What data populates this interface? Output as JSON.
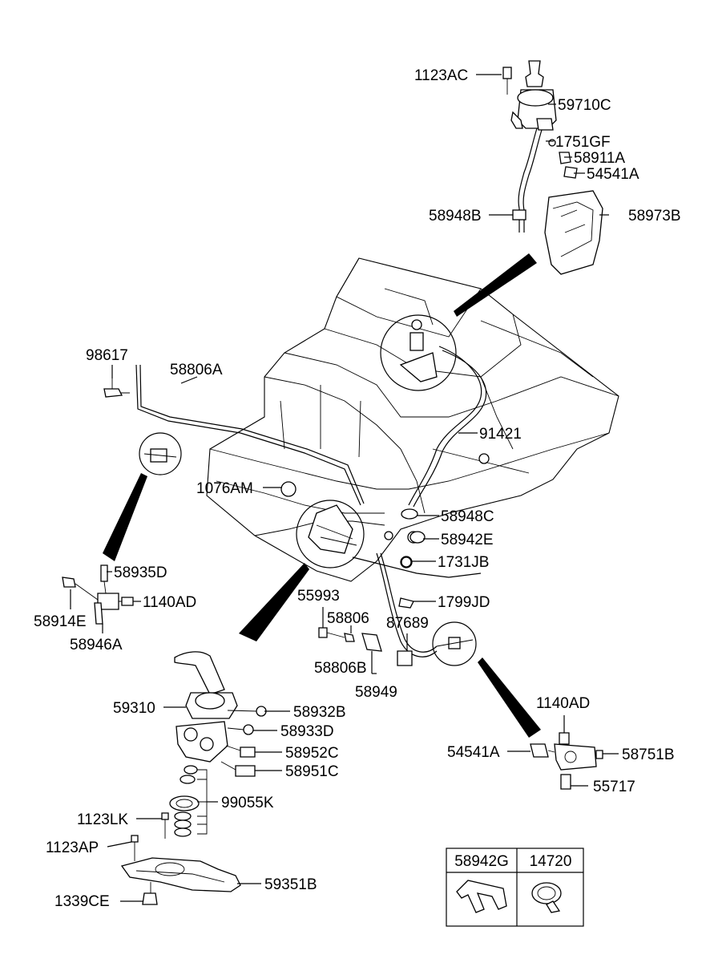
{
  "labels": {
    "l1123AC": "1123AC",
    "l59710C": "59710C",
    "l1751GF": "1751GF",
    "l58911A": "58911A",
    "l54541A_top": "54541A",
    "l58948B": "58948B",
    "l58973B": "58973B",
    "l98617": "98617",
    "l58806A": "58806A",
    "l91421": "91421",
    "l1076AM": "1076AM",
    "l58948C": "58948C",
    "l58942E": "58942E",
    "l1731JB": "1731JB",
    "l58935D": "58935D",
    "l1140AD_left": "1140AD",
    "l58914E": "58914E",
    "l58946A": "58946A",
    "l55993": "55993",
    "l58806": "58806",
    "l87689": "87689",
    "l1799JD": "1799JD",
    "l58806B": "58806B",
    "l58949": "58949",
    "l59310": "59310",
    "l58932B": "58932B",
    "l58933D": "58933D",
    "l58952C": "58952C",
    "l58951C": "58951C",
    "l99055K": "99055K",
    "l1123LK": "1123LK",
    "l1123AP": "1123AP",
    "l59351B": "59351B",
    "l1339CE": "1339CE",
    "l1140AD_right": "1140AD",
    "l54541A_right": "54541A",
    "l58751B": "58751B",
    "l55717": "55717"
  },
  "legend_table": {
    "col1": "58942G",
    "col2": "14720"
  }
}
